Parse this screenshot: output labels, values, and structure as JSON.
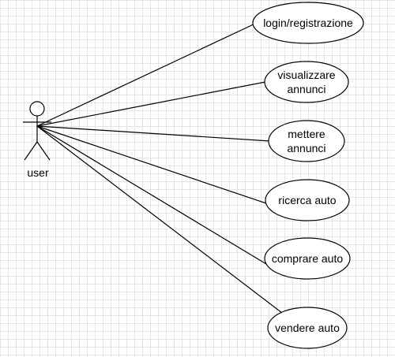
{
  "actor": {
    "name": "user",
    "icon": "stick-figure-icon"
  },
  "use_cases": [
    {
      "label": "login/registrazione"
    },
    {
      "label": "visualizzare\nannunci"
    },
    {
      "label": "mettere\nannunci"
    },
    {
      "label": "ricerca auto"
    },
    {
      "label": "comprare auto"
    },
    {
      "label": "vendere auto"
    }
  ],
  "colors": {
    "stroke": "#000000",
    "fill": "#ffffff",
    "grid": "#e4e4e4"
  }
}
